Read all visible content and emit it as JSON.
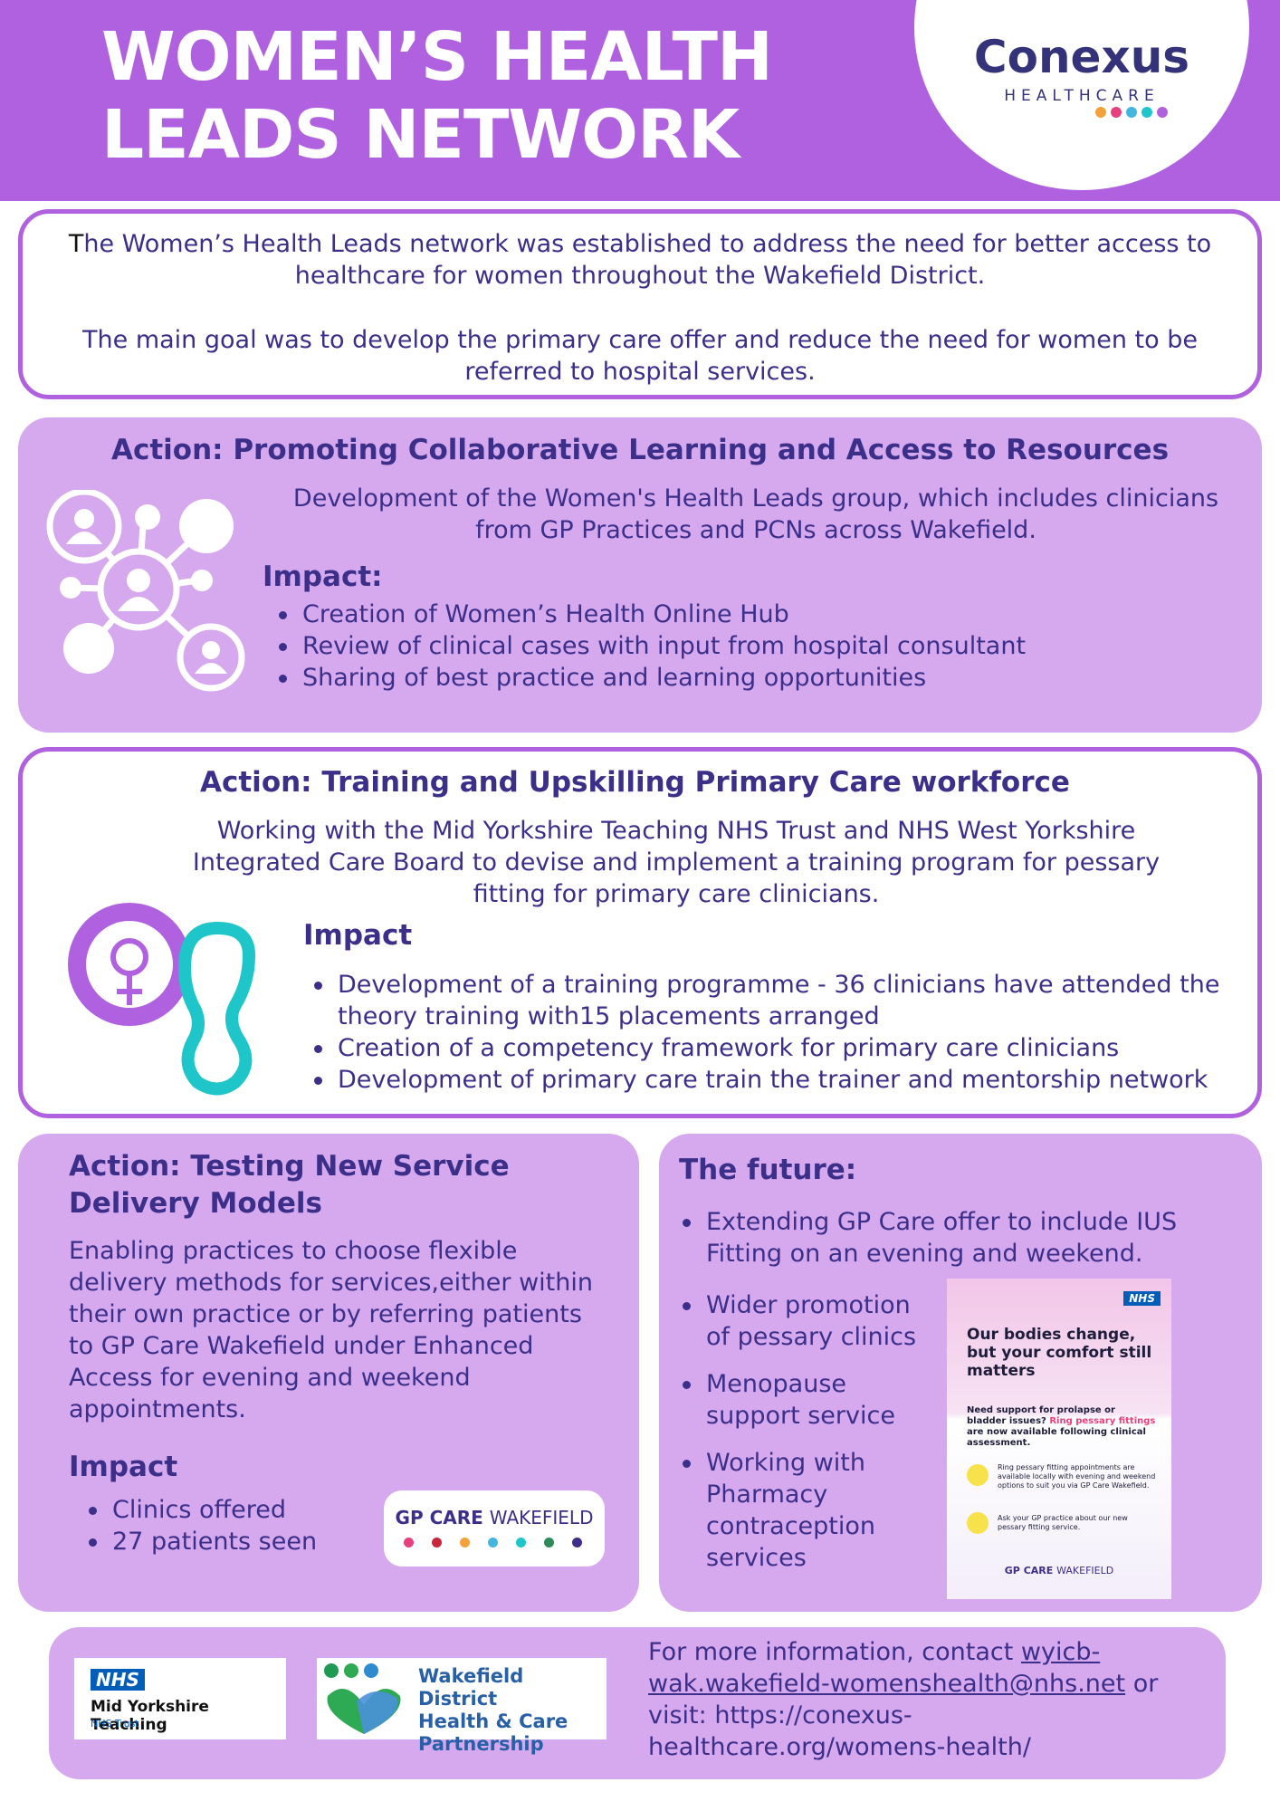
{
  "header": {
    "title_line1": "WOMEN’S HEALTH",
    "title_line2": "LEADS NETWORK",
    "logo_name": "Conexus",
    "logo_sub": "HEALTHCARE",
    "logo_dot_colors": [
      "#f3a23b",
      "#e8407d",
      "#43b6e0",
      "#1ec6c9",
      "#b061df"
    ]
  },
  "intro": {
    "p1_first_letter": "T",
    "p1_rest": "he Women’s Health Leads network was established to address the need for better access to healthcare for women throughout the Wakefield District.",
    "p2": "The main goal was to develop the primary care offer and reduce the need for women to be referred to hospital services."
  },
  "action1": {
    "heading": "Action: Promoting Collaborative Learning and Access to Resources",
    "text": "Development of the Women's Health Leads group, which includes clinicians from GP Practices and PCNs across Wakefield.",
    "impact_heading": "Impact:",
    "impacts": [
      "Creation of Women’s Health Online Hub",
      "Review of clinical cases with input from hospital consultant",
      "Sharing of best practice and learning opportunities"
    ]
  },
  "action2": {
    "heading": "Action: Training and Upskilling Primary Care workforce",
    "text": "Working with the Mid Yorkshire Teaching NHS Trust and NHS West Yorkshire Integrated Care Board to devise and implement a training program for pessary fitting for primary care clinicians.",
    "impact_heading": "Impact",
    "impacts": [
      "Development of a training programme - 36 clinicians have attended the theory training with15 placements arranged",
      "Creation of a competency framework for primary care clinicians",
      "Development of primary care train the trainer and mentorship network"
    ]
  },
  "action3": {
    "heading_line1": "Action: Testing New Service",
    "heading_line2": "Delivery Models",
    "text": "Enabling practices to choose flexible delivery methods for services,either within their own practice or by referring patients to GP Care Wakefield under Enhanced Access for evening and weekend appointments.",
    "impact_heading": "Impact",
    "impacts": [
      "Clinics offered",
      "27 patients seen"
    ],
    "gp_logo_a": "GP CARE",
    "gp_logo_b": "WAKEFIELD",
    "gp_dot_colors": [
      "#e8407d",
      "#c8263a",
      "#f3a23b",
      "#43b6e0",
      "#1ec6c9",
      "#2e8b57",
      "#3b2f8a"
    ]
  },
  "future": {
    "heading": "The future:",
    "items": [
      "Extending GP Care offer to include IUS Fitting on an evening and weekend.",
      "Wider promotion of pessary clinics",
      "Menopause support service",
      "Working with Pharmacy contraception services"
    ],
    "poster": {
      "nhs": "NHS",
      "title": "Our bodies change, but your comfort still matters",
      "q_a": "Need support for prolapse or bladder issues?",
      "q_b": "Ring pessary fittings",
      "q_c": "are now available following clinical assessment.",
      "row1": "Ring pessary fitting appointments are available locally with evening and weekend options to suit you via GP Care Wakefield.",
      "row2": "Ask your GP practice about our new pessary fitting service.",
      "logo_a": "GP CARE",
      "logo_b": "WAKEFIELD"
    }
  },
  "footer": {
    "nhs_badge": "NHS",
    "nhs_org": "Mid Yorkshire Teaching",
    "nhs_trust": "NHS Trust",
    "wdp_line1": "Wakefield District",
    "wdp_line2": "Health & Care",
    "wdp_line3": "Partnership",
    "contact_prefix": "For more information, contact ",
    "contact_email": "wyicb-wak.wakefield-womenshealth@nhs.net",
    "contact_mid": " or visit: ",
    "contact_url": "https://conexus-healthcare.org/womens-health/"
  }
}
